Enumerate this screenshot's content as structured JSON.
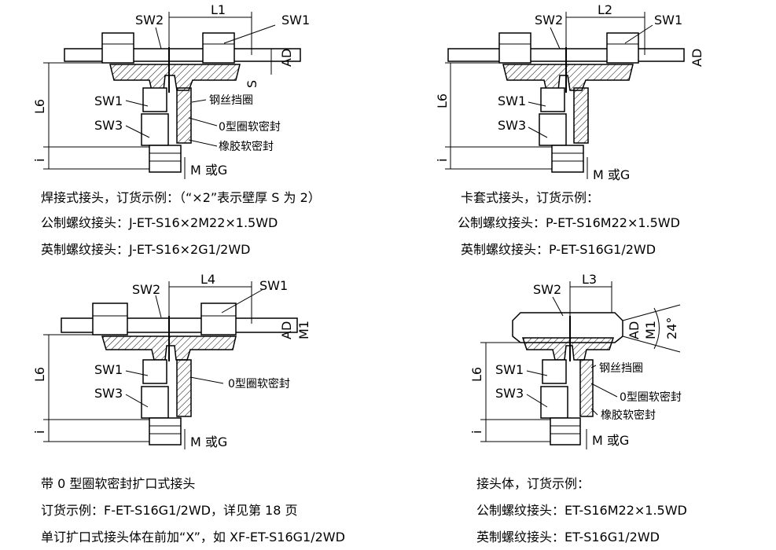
{
  "panels": {
    "welded": {
      "labels": {
        "sw2": "SW2",
        "sw1_top": "SW1",
        "dim_top": "L1",
        "ad": "AD",
        "s": "S",
        "l6": "L6",
        "i": "i",
        "sw1_body": "SW1",
        "sw3": "SW3",
        "steel_ring": "钢丝挡圈",
        "oring_seal": "0型圈软密封",
        "rubber_seal": "橡胶软密封",
        "thread": "M  或G"
      },
      "caption": [
        "焊接式接头，订货示例：（“×2”表示壁厚 S 为 2）",
        "公制螺纹接头：J-ET-S16×2M22×1.5WD",
        "英制螺纹接头：J-ET-S16×2G1/2WD"
      ]
    },
    "ferrule": {
      "labels": {
        "sw2": "SW2",
        "sw1_top": "SW1",
        "dim_top": "L2",
        "ad": "AD",
        "l6": "L6",
        "i": "i",
        "sw1_body": "SW1",
        "sw3": "SW3",
        "thread": "M  或G"
      },
      "caption": [
        "卡套式接头，订货示例：",
        "公制螺纹接头：P-ET-S16M22×1.5WD",
        "英制螺纹接头：P-ET-S16G1/2WD"
      ]
    },
    "flared": {
      "labels": {
        "sw2": "SW2",
        "sw1_top": "SW1",
        "dim_top": "L4",
        "ad": "AD",
        "m1": "M1",
        "l6": "L6",
        "i": "i",
        "sw1_body": "SW1",
        "sw3": "SW3",
        "oring_seal": "0型圈软密封",
        "thread": "M  或G"
      },
      "caption": [
        "带 0 型圈软密封扩口式接头",
        "订货示例：F-ET-S16G1/2WD，详见第 18 页",
        "单订扩口式接头体在前加“X”，如 XF-ET-S16G1/2WD"
      ]
    },
    "body": {
      "labels": {
        "sw2": "SW2",
        "dim_top": "L3",
        "ad": "AD",
        "m1": "M1",
        "angle": "24°",
        "l6": "L6",
        "i": "i",
        "sw1_body": "SW1",
        "sw3": "SW3",
        "steel_ring": "钢丝挡圈",
        "oring_seal": "0型圈软密封",
        "rubber_seal": "橡胶软密封",
        "thread": "M  或G"
      },
      "caption": [
        "接头体，订货示例：",
        "公制螺纹接头：ET-S16M22×1.5WD",
        "英制螺纹接头：ET-S16G1/2WD"
      ]
    }
  },
  "colors": {
    "line": "#000000",
    "hatch": "#000000",
    "background": "#ffffff"
  }
}
